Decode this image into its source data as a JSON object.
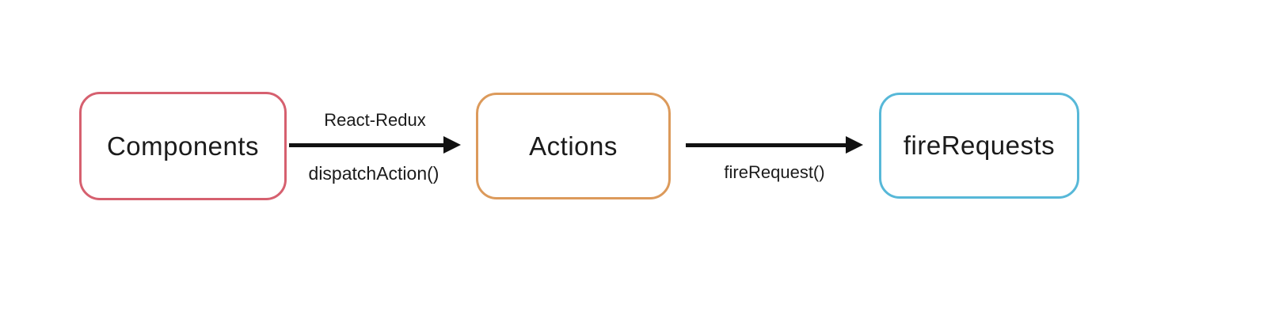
{
  "diagram": {
    "background_color": "#ffffff",
    "text_color": "#1b1b1b",
    "arrow_color": "#111111",
    "nodes": [
      {
        "id": "components",
        "label": "Components",
        "border_color": "#d6606f"
      },
      {
        "id": "actions",
        "label": "Actions",
        "border_color": "#dc9a5b"
      },
      {
        "id": "firerequests",
        "label": "fireRequests",
        "border_color": "#57b8d8"
      }
    ],
    "edges": [
      {
        "from": "components",
        "to": "actions",
        "label_above": "React-Redux",
        "label_below": "dispatchAction()"
      },
      {
        "from": "actions",
        "to": "firerequests",
        "label_below": "fireRequest()"
      }
    ]
  }
}
